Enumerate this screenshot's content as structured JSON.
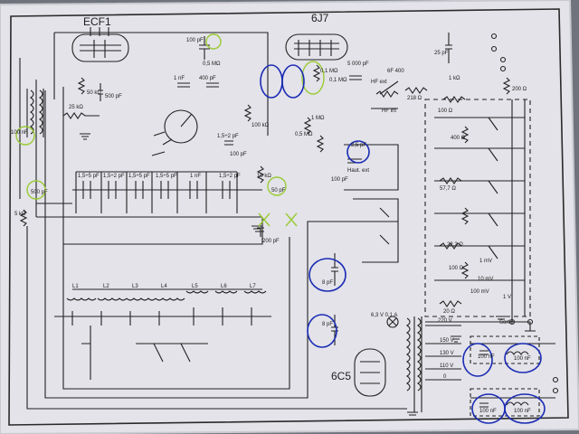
{
  "tubes": [
    {
      "label": "ECF1"
    },
    {
      "label": "6J7"
    },
    {
      "label": "6C5"
    }
  ],
  "component_labels": {
    "c_100pf_top": "100 pF",
    "r_05mohm": "0,5 MΩ",
    "c_1nf": "1 nF",
    "c_400pf": "400 pF",
    "c_500pf_a": "500 pF",
    "r_50k": "50 kΩ",
    "r_25k": "25 kΩ",
    "c_100nf_left": "100 nF",
    "c_500pf_left": "500 pF",
    "r_5k": "5 kΩ",
    "r_100k": "100 kΩ",
    "c_15_2pf": "1,5÷2 pF",
    "c_100pf_mid": "100 pF",
    "r_10k": "10 kΩ",
    "c_50pf": "50 pF",
    "c_200pf": "200 pF",
    "r_01m_a": "0,1 MΩ",
    "r_01m_b": "0,1 MΩ",
    "r_05m": "0,5 MΩ",
    "r_1m": "1 MΩ",
    "c_2_5pf": "2,5 pF",
    "c_100pf_b": "100 pF",
    "k_haut": "Haut. ext",
    "k_hf": "HF ext",
    "k_hf_int": "HF int",
    "c_5000pf": "5 000 pF",
    "r_6f400": "6F 400",
    "r_218": "218 Ω",
    "c_25pf": "25 pF",
    "r_100_ohm": "100 Ω",
    "r_200_ohm": "200 Ω",
    "r_1k": "1 kΩ",
    "r_400": "400 Ω",
    "r_57": "57,7 Ω",
    "r_22": "22,2 Ω",
    "r_100_b": "100 Ω",
    "r_20": "20 Ω",
    "r_1m_out": "1 mV",
    "r_10mv": "10 mV",
    "r_100mv": "100 mV",
    "r_1v": "1 V",
    "sortie": "Sortie",
    "c_8pf_a": "8 pF",
    "c_8pf_b": "8 pF",
    "lamp": "6,3 V 0,1 A",
    "v220": "220 V",
    "v150": "150 V",
    "v130": "130 V",
    "v110": "110 V",
    "v0": "0",
    "c_100nf_r1": "100 nF",
    "c_100nf_r2": "100 nF",
    "c_100nf_r3": "100 nF",
    "c_100nf_r4": "100 nF",
    "coils": [
      "L1",
      "L2",
      "L3",
      "L4",
      "L5",
      "L6",
      "L7"
    ],
    "trim_labels": [
      "1,5÷5 pF",
      "1,5÷2 pF",
      "1,5÷5 pF",
      "1,5÷5 pF",
      "1 nF",
      "1,5÷2 pF"
    ]
  },
  "colors": {
    "paper": "#e4e4ea",
    "ink": "#1f1f1f",
    "green_marks": "#9acb34",
    "blue_marks": "#1b2bb4"
  }
}
